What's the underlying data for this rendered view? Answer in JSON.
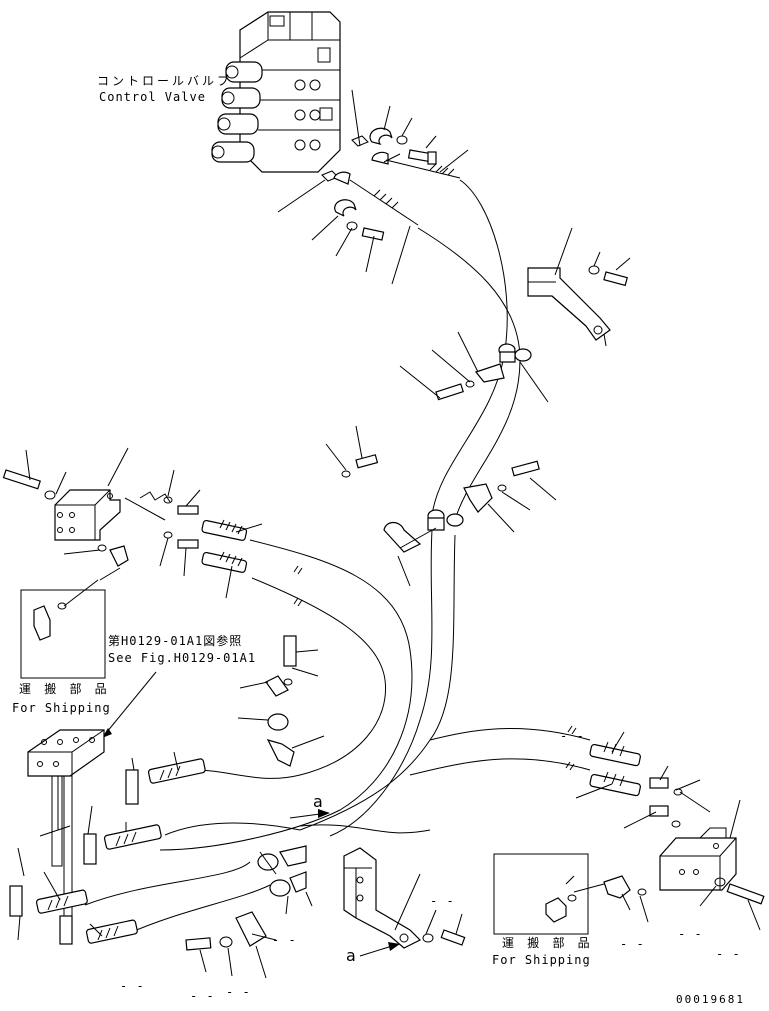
{
  "labels": {
    "control_valve_jp": "コントロールバルブ",
    "control_valve_en": "Control Valve",
    "see_fig_jp": "第H0129-01A1図参照",
    "see_fig_en": "See Fig.H0129-01A1",
    "shipping_left_jp": "運 搬 部 品",
    "shipping_left_en": "For Shipping",
    "shipping_right_jp": "運 搬 部 品",
    "shipping_right_en": "For Shipping",
    "callout_a_top": "a",
    "callout_a_bottom": "a",
    "drawing_number": "00019681"
  },
  "dash_marks": [
    "- -",
    "- -",
    "- -",
    "- -",
    "- -",
    "- -",
    "- -",
    "- -",
    "- -"
  ]
}
